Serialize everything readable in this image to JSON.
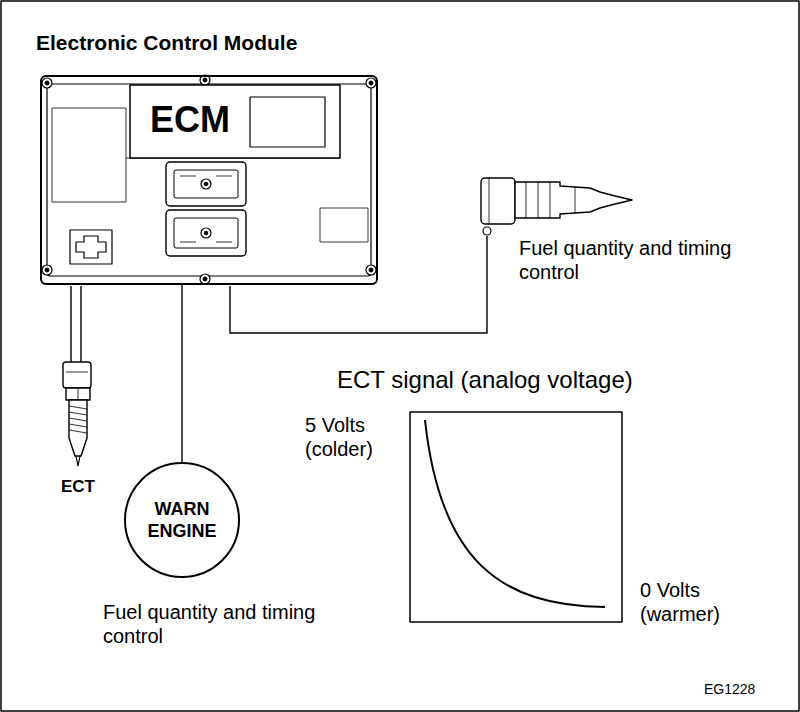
{
  "diagram": {
    "title": "Electronic Control Module",
    "nodes": [
      {
        "text": [
          "ECM"
        ]
      },
      {
        "text": [
          "WARN ENGINE"
        ]
      }
    ],
    "edges": [
      {
        "from": 0,
        "to": 1,
        "arrow": "none"
      }
    ],
    "labels": [
      "Fuel quantity and timing control",
      "ECT",
      "Fuel quantity and timing control",
      "ECT signal (analog voltage)",
      "5 Volts (colder)",
      "0 Volts (warmer)",
      "EG1228"
    ]
  }
}
